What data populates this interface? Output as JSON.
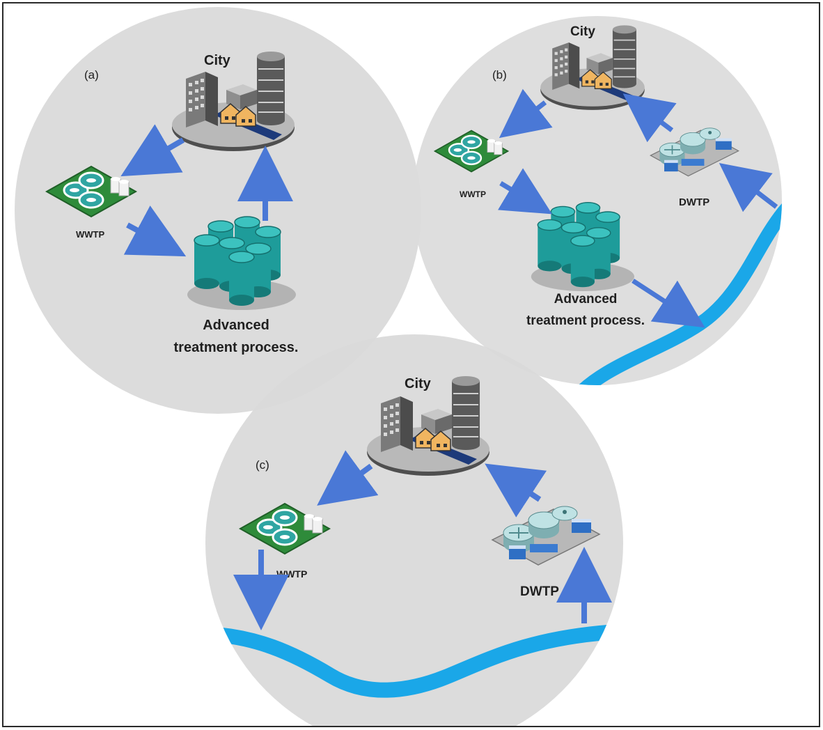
{
  "panels": {
    "a": {
      "label": "(a)",
      "city": "City",
      "wwtp": "WWTP",
      "advanced_line1": "Advanced",
      "advanced_line2": "treatment process."
    },
    "b": {
      "label": "(b)",
      "city": "City",
      "wwtp": "WWTP",
      "dwtp": "DWTP",
      "advanced_line1": "Advanced",
      "advanced_line2": "treatment process."
    },
    "c": {
      "label": "(c)",
      "city": "City",
      "wwtp": "WWTP",
      "dwtp": "DWTP"
    }
  },
  "colors": {
    "circle": "#dcdcdc",
    "arrow": "#4a78d6",
    "river": "#1aa7e8",
    "tank": "#1e9c9a",
    "wwtp_base": "#2e8b3a",
    "building_gray": "#6e6e6e",
    "house": "#f0b560"
  },
  "icons": {
    "city": "city-icon",
    "wwtp": "wwtp-icon",
    "dwtp": "dwtp-icon",
    "advanced": "tanks-icon"
  }
}
